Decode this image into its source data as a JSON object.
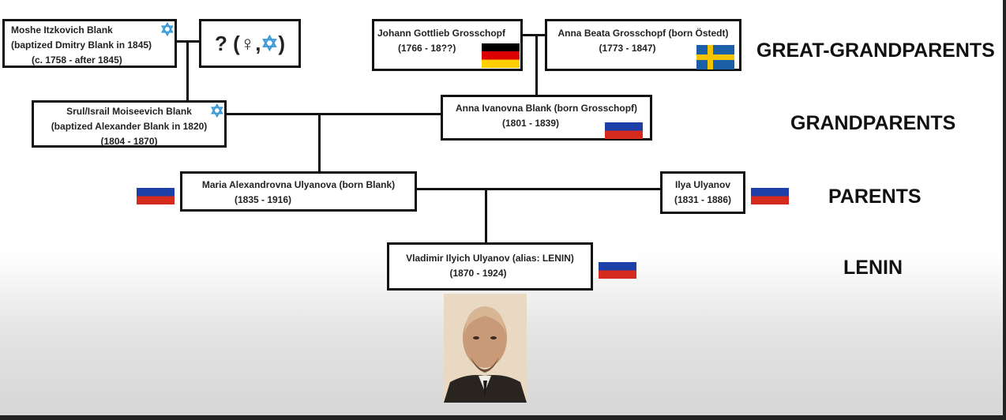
{
  "generations": [
    "GREAT-GRANDPARENTS",
    "GRANDPARENTS",
    "PARENTS",
    "LENIN"
  ],
  "people": {
    "moshe": {
      "name": "Moshe Itzkovich Blank",
      "note": "(baptized Dmitry Blank in 1845)",
      "years": "(c. 1758 - after 1845)",
      "icon": "star-of-david-icon"
    },
    "unknown": {
      "label_a": "? (♀,",
      "label_b": ")",
      "icon": "star-of-david-icon"
    },
    "johann": {
      "name": "Johann Gottlieb  Grosschopf",
      "years": "(1766 - 18??)",
      "flag": "germany"
    },
    "anna_beata": {
      "name": "Anna Beata Grosschopf (born Östedt)",
      "years": "(1773 - 1847)",
      "flag": "sweden"
    },
    "srul": {
      "name": "Srul/Israil Moiseevich Blank",
      "note": "(baptized Alexander Blank in 1820)",
      "years": "(1804 - 1870)",
      "icon": "star-of-david-icon"
    },
    "anna_ivanovna": {
      "name": "Anna Ivanovna Blank (born Grosschopf)",
      "years": "(1801 - 1839)",
      "flag": "russia"
    },
    "maria": {
      "name": "Maria Alexandrovna Ulyanova (born Blank)",
      "years": "(1835 - 1916)",
      "flag": "russia"
    },
    "ilya": {
      "name": "Ilya Ulyanov",
      "years": "(1831 - 1886)",
      "flag": "russia"
    },
    "lenin": {
      "name": "Vladimir Ilyich Ulyanov (alias: LENIN)",
      "years": "(1870 - 1924)",
      "flag": "russia"
    }
  },
  "star_symbol": "✡"
}
